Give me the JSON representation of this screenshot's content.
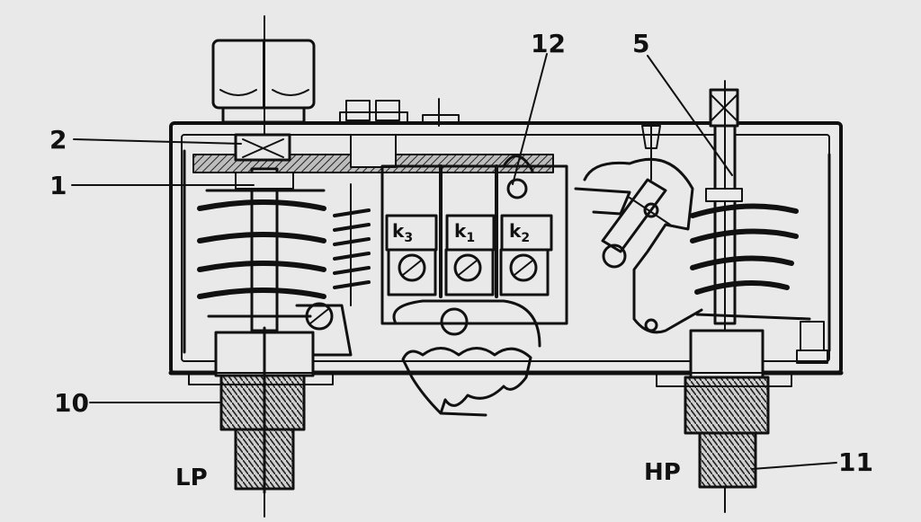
{
  "colors": {
    "background": "#e9e9e9",
    "ink": "#111111",
    "shade": "#9a9a9a"
  },
  "callouts": {
    "c1": "1",
    "c2": "2",
    "c5": "5",
    "c10": "10",
    "c11": "11",
    "c12": "12"
  },
  "ports": {
    "lp": "LP",
    "hp": "HP"
  },
  "contacts": {
    "k3": {
      "letter": "k",
      "sub": "3"
    },
    "k1": {
      "letter": "k",
      "sub": "1"
    },
    "k2": {
      "letter": "k",
      "sub": "2"
    }
  }
}
